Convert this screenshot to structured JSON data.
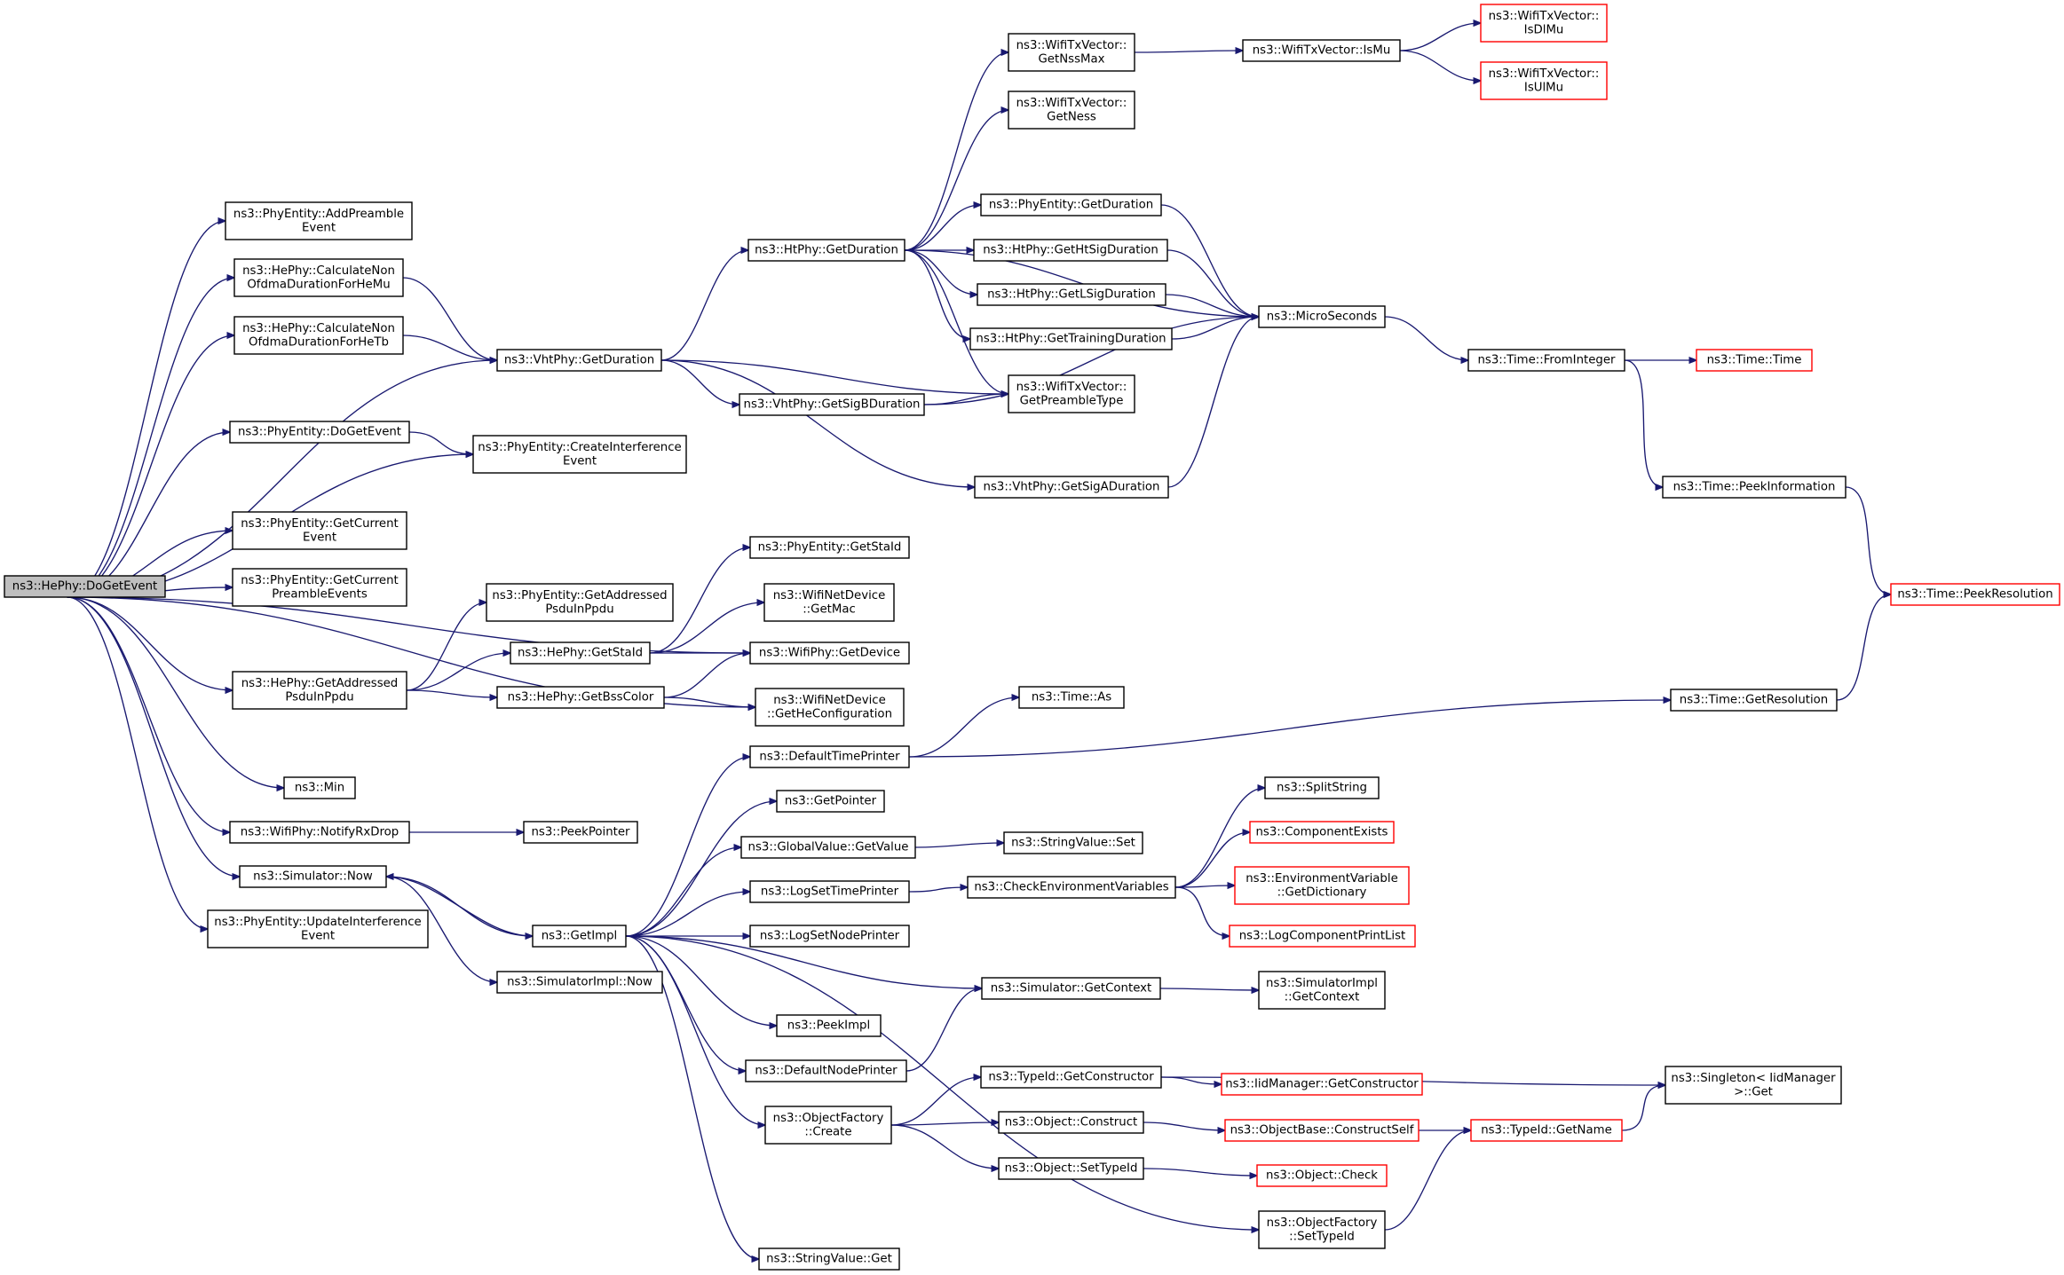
{
  "colors": {
    "edge": "#191970",
    "node_border": "#000000",
    "external_border": "#ff0000",
    "root_fill": "#bfbfbf",
    "node_fill": "#ffffff"
  },
  "nodes": [
    {
      "id": "root",
      "lines": [
        "ns3::HePhy::DoGetEvent"
      ],
      "kind": "root"
    },
    {
      "id": "addPreamble",
      "lines": [
        "ns3::PhyEntity::AddPreamble",
        "Event"
      ],
      "kind": "normal"
    },
    {
      "id": "calcHeMu",
      "lines": [
        "ns3::HePhy::CalculateNon",
        "OfdmaDurationForHeMu"
      ],
      "kind": "normal"
    },
    {
      "id": "calcHeTb",
      "lines": [
        "ns3::HePhy::CalculateNon",
        "OfdmaDurationForHeTb"
      ],
      "kind": "normal"
    },
    {
      "id": "doGetEvent",
      "lines": [
        "ns3::PhyEntity::DoGetEvent"
      ],
      "kind": "normal"
    },
    {
      "id": "getCurrentEvent",
      "lines": [
        "ns3::PhyEntity::GetCurrent",
        "Event"
      ],
      "kind": "normal"
    },
    {
      "id": "getCurrentPreamble",
      "lines": [
        "ns3::PhyEntity::GetCurrent",
        "PreambleEvents"
      ],
      "kind": "normal"
    },
    {
      "id": "heGetAddressed",
      "lines": [
        "ns3::HePhy::GetAddressed",
        "PsduInPpdu"
      ],
      "kind": "normal"
    },
    {
      "id": "min",
      "lines": [
        "ns3::Min"
      ],
      "kind": "normal"
    },
    {
      "id": "notifyRxDrop",
      "lines": [
        "ns3::WifiPhy::NotifyRxDrop"
      ],
      "kind": "normal"
    },
    {
      "id": "simNow",
      "lines": [
        "ns3::Simulator::Now"
      ],
      "kind": "normal"
    },
    {
      "id": "updateInterf",
      "lines": [
        "ns3::PhyEntity::UpdateInterference",
        "Event"
      ],
      "kind": "normal"
    },
    {
      "id": "vhtGetDuration",
      "lines": [
        "ns3::VhtPhy::GetDuration"
      ],
      "kind": "normal"
    },
    {
      "id": "createInterf",
      "lines": [
        "ns3::PhyEntity::CreateInterference",
        "Event"
      ],
      "kind": "normal"
    },
    {
      "id": "peGetAddressed",
      "lines": [
        "ns3::PhyEntity::GetAddressed",
        "PsduInPpdu"
      ],
      "kind": "normal"
    },
    {
      "id": "heGetStaId",
      "lines": [
        "ns3::HePhy::GetStaId"
      ],
      "kind": "normal"
    },
    {
      "id": "heGetBssColor",
      "lines": [
        "ns3::HePhy::GetBssColor"
      ],
      "kind": "normal"
    },
    {
      "id": "peekPointer",
      "lines": [
        "ns3::PeekPointer"
      ],
      "kind": "normal"
    },
    {
      "id": "getImpl",
      "lines": [
        "ns3::GetImpl"
      ],
      "kind": "normal"
    },
    {
      "id": "simImplNow",
      "lines": [
        "ns3::SimulatorImpl::Now"
      ],
      "kind": "normal"
    },
    {
      "id": "htGetDuration",
      "lines": [
        "ns3::HtPhy::GetDuration"
      ],
      "kind": "normal"
    },
    {
      "id": "vhtGetSigB",
      "lines": [
        "ns3::VhtPhy::GetSigBDuration"
      ],
      "kind": "normal"
    },
    {
      "id": "peGetStaId",
      "lines": [
        "ns3::PhyEntity::GetStaId"
      ],
      "kind": "normal"
    },
    {
      "id": "getMac",
      "lines": [
        "ns3::WifiNetDevice",
        "::GetMac"
      ],
      "kind": "normal"
    },
    {
      "id": "getDevice",
      "lines": [
        "ns3::WifiPhy::GetDevice"
      ],
      "kind": "normal"
    },
    {
      "id": "getHeConfig",
      "lines": [
        "ns3::WifiNetDevice",
        "::GetHeConfiguration"
      ],
      "kind": "normal"
    },
    {
      "id": "defaultTimePrinter",
      "lines": [
        "ns3::DefaultTimePrinter"
      ],
      "kind": "normal"
    },
    {
      "id": "getPointer",
      "lines": [
        "ns3::GetPointer"
      ],
      "kind": "normal"
    },
    {
      "id": "gvGetValue",
      "lines": [
        "ns3::GlobalValue::GetValue"
      ],
      "kind": "normal"
    },
    {
      "id": "logSetTime",
      "lines": [
        "ns3::LogSetTimePrinter"
      ],
      "kind": "normal"
    },
    {
      "id": "logSetNode",
      "lines": [
        "ns3::LogSetNodePrinter"
      ],
      "kind": "normal"
    },
    {
      "id": "peekImpl",
      "lines": [
        "ns3::PeekImpl"
      ],
      "kind": "normal"
    },
    {
      "id": "defaultNodePrinter",
      "lines": [
        "ns3::DefaultNodePrinter"
      ],
      "kind": "normal"
    },
    {
      "id": "ofCreate",
      "lines": [
        "ns3::ObjectFactory",
        "::Create"
      ],
      "kind": "normal"
    },
    {
      "id": "svGet",
      "lines": [
        "ns3::StringValue::Get"
      ],
      "kind": "normal"
    },
    {
      "id": "getNssMax",
      "lines": [
        "ns3::WifiTxVector::",
        "GetNssMax"
      ],
      "kind": "normal"
    },
    {
      "id": "getNess",
      "lines": [
        "ns3::WifiTxVector::",
        "GetNess"
      ],
      "kind": "normal"
    },
    {
      "id": "peGetDuration",
      "lines": [
        "ns3::PhyEntity::GetDuration"
      ],
      "kind": "normal"
    },
    {
      "id": "htSigDur",
      "lines": [
        "ns3::HtPhy::GetHtSigDuration"
      ],
      "kind": "normal"
    },
    {
      "id": "lSigDur",
      "lines": [
        "ns3::HtPhy::GetLSigDuration"
      ],
      "kind": "normal"
    },
    {
      "id": "trainingDur",
      "lines": [
        "ns3::HtPhy::GetTrainingDuration"
      ],
      "kind": "normal"
    },
    {
      "id": "preambleType",
      "lines": [
        "ns3::WifiTxVector::",
        "GetPreambleType"
      ],
      "kind": "normal"
    },
    {
      "id": "vhtSigA",
      "lines": [
        "ns3::VhtPhy::GetSigADuration"
      ],
      "kind": "normal"
    },
    {
      "id": "timeAs",
      "lines": [
        "ns3::Time::As"
      ],
      "kind": "normal"
    },
    {
      "id": "svSet",
      "lines": [
        "ns3::StringValue::Set"
      ],
      "kind": "normal"
    },
    {
      "id": "checkEnv",
      "lines": [
        "ns3::CheckEnvironmentVariables"
      ],
      "kind": "normal"
    },
    {
      "id": "simGetContext",
      "lines": [
        "ns3::Simulator::GetContext"
      ],
      "kind": "normal"
    },
    {
      "id": "tidGetConstructor",
      "lines": [
        "ns3::TypeId::GetConstructor"
      ],
      "kind": "normal"
    },
    {
      "id": "objConstruct",
      "lines": [
        "ns3::Object::Construct"
      ],
      "kind": "normal"
    },
    {
      "id": "objSetTypeId",
      "lines": [
        "ns3::Object::SetTypeId"
      ],
      "kind": "normal"
    },
    {
      "id": "isMu",
      "lines": [
        "ns3::WifiTxVector::IsMu"
      ],
      "kind": "normal"
    },
    {
      "id": "microSeconds",
      "lines": [
        "ns3::MicroSeconds"
      ],
      "kind": "normal"
    },
    {
      "id": "splitString",
      "lines": [
        "ns3::SplitString"
      ],
      "kind": "normal"
    },
    {
      "id": "componentExists",
      "lines": [
        "ns3::ComponentExists"
      ],
      "kind": "external"
    },
    {
      "id": "envGetDict",
      "lines": [
        "ns3::EnvironmentVariable",
        "::GetDictionary"
      ],
      "kind": "external"
    },
    {
      "id": "logCompPrint",
      "lines": [
        "ns3::LogComponentPrintList"
      ],
      "kind": "external"
    },
    {
      "id": "simImplGetContext",
      "lines": [
        "ns3::SimulatorImpl",
        "::GetContext"
      ],
      "kind": "normal"
    },
    {
      "id": "iidGetConstructor",
      "lines": [
        "ns3::IidManager::GetConstructor"
      ],
      "kind": "external"
    },
    {
      "id": "constructSelf",
      "lines": [
        "ns3::ObjectBase::ConstructSelf"
      ],
      "kind": "external"
    },
    {
      "id": "objCheck",
      "lines": [
        "ns3::Object::Check"
      ],
      "kind": "external"
    },
    {
      "id": "ofSetTypeId",
      "lines": [
        "ns3::ObjectFactory",
        "::SetTypeId"
      ],
      "kind": "normal"
    },
    {
      "id": "isDlMu",
      "lines": [
        "ns3::WifiTxVector::",
        "IsDlMu"
      ],
      "kind": "external"
    },
    {
      "id": "isUlMu",
      "lines": [
        "ns3::WifiTxVector::",
        "IsUlMu"
      ],
      "kind": "external"
    },
    {
      "id": "fromInteger",
      "lines": [
        "ns3::Time::FromInteger"
      ],
      "kind": "normal"
    },
    {
      "id": "tidGetName",
      "lines": [
        "ns3::TypeId::GetName"
      ],
      "kind": "external"
    },
    {
      "id": "timeTime",
      "lines": [
        "ns3::Time::Time"
      ],
      "kind": "external"
    },
    {
      "id": "peekInfo",
      "lines": [
        "ns3::Time::PeekInformation"
      ],
      "kind": "normal"
    },
    {
      "id": "getResolution",
      "lines": [
        "ns3::Time::GetResolution"
      ],
      "kind": "normal"
    },
    {
      "id": "singletonGet",
      "lines": [
        "ns3::Singleton< IidManager",
        " >::Get"
      ],
      "kind": "normal"
    },
    {
      "id": "peekResolution",
      "lines": [
        "ns3::Time::PeekResolution"
      ],
      "kind": "external"
    }
  ],
  "edges": [
    [
      "root",
      "addPreamble"
    ],
    [
      "root",
      "calcHeMu"
    ],
    [
      "root",
      "calcHeTb"
    ],
    [
      "root",
      "vhtGetDuration"
    ],
    [
      "root",
      "doGetEvent"
    ],
    [
      "root",
      "createInterf"
    ],
    [
      "root",
      "getCurrentEvent"
    ],
    [
      "root",
      "getCurrentPreamble"
    ],
    [
      "root",
      "getDevice"
    ],
    [
      "root",
      "heGetAddressed"
    ],
    [
      "root",
      "getHeConfig"
    ],
    [
      "root",
      "min"
    ],
    [
      "root",
      "notifyRxDrop"
    ],
    [
      "root",
      "simNow"
    ],
    [
      "root",
      "updateInterf"
    ],
    [
      "calcHeMu",
      "vhtGetDuration"
    ],
    [
      "calcHeTb",
      "vhtGetDuration"
    ],
    [
      "doGetEvent",
      "createInterf"
    ],
    [
      "heGetAddressed",
      "peGetAddressed"
    ],
    [
      "heGetAddressed",
      "heGetStaId"
    ],
    [
      "heGetAddressed",
      "heGetBssColor"
    ],
    [
      "notifyRxDrop",
      "peekPointer"
    ],
    [
      "simNow",
      "getImpl"
    ],
    [
      "simNow",
      "simImplNow"
    ],
    [
      "vhtGetDuration",
      "htGetDuration"
    ],
    [
      "vhtGetDuration",
      "preambleType"
    ],
    [
      "vhtGetDuration",
      "vhtGetSigB"
    ],
    [
      "vhtGetDuration",
      "vhtSigA"
    ],
    [
      "heGetStaId",
      "peGetStaId"
    ],
    [
      "heGetStaId",
      "getMac"
    ],
    [
      "heGetStaId",
      "getDevice"
    ],
    [
      "heGetBssColor",
      "getDevice"
    ],
    [
      "heGetBssColor",
      "getHeConfig"
    ],
    [
      "getImpl",
      "defaultTimePrinter"
    ],
    [
      "getImpl",
      "getPointer"
    ],
    [
      "getImpl",
      "gvGetValue"
    ],
    [
      "getImpl",
      "logSetTime"
    ],
    [
      "getImpl",
      "logSetNode"
    ],
    [
      "getImpl",
      "peekImpl"
    ],
    [
      "getImpl",
      "defaultNodePrinter"
    ],
    [
      "getImpl",
      "ofCreate"
    ],
    [
      "getImpl",
      "svGet"
    ],
    [
      "getImpl",
      "simGetContext"
    ],
    [
      "getImpl",
      "ofSetTypeId"
    ],
    [
      "getImpl",
      "simNow"
    ],
    [
      "htGetDuration",
      "getNssMax"
    ],
    [
      "htGetDuration",
      "getNess"
    ],
    [
      "htGetDuration",
      "peGetDuration"
    ],
    [
      "htGetDuration",
      "htSigDur"
    ],
    [
      "htGetDuration",
      "lSigDur"
    ],
    [
      "htGetDuration",
      "trainingDur"
    ],
    [
      "htGetDuration",
      "preambleType"
    ],
    [
      "htGetDuration",
      "microSeconds"
    ],
    [
      "vhtGetSigB",
      "preambleType"
    ],
    [
      "vhtGetSigB",
      "microSeconds"
    ],
    [
      "defaultTimePrinter",
      "timeAs"
    ],
    [
      "defaultTimePrinter",
      "getResolution"
    ],
    [
      "gvGetValue",
      "svSet"
    ],
    [
      "logSetTime",
      "checkEnv"
    ],
    [
      "simGetContext",
      "simImplGetContext"
    ],
    [
      "defaultNodePrinter",
      "simGetContext"
    ],
    [
      "ofCreate",
      "tidGetConstructor"
    ],
    [
      "ofCreate",
      "objConstruct"
    ],
    [
      "ofCreate",
      "objSetTypeId"
    ],
    [
      "getNssMax",
      "isMu"
    ],
    [
      "peGetDuration",
      "microSeconds"
    ],
    [
      "htSigDur",
      "microSeconds"
    ],
    [
      "lSigDur",
      "microSeconds"
    ],
    [
      "trainingDur",
      "microSeconds"
    ],
    [
      "vhtSigA",
      "microSeconds"
    ],
    [
      "checkEnv",
      "splitString"
    ],
    [
      "checkEnv",
      "componentExists"
    ],
    [
      "checkEnv",
      "envGetDict"
    ],
    [
      "checkEnv",
      "logCompPrint"
    ],
    [
      "tidGetConstructor",
      "iidGetConstructor"
    ],
    [
      "tidGetConstructor",
      "singletonGet"
    ],
    [
      "objConstruct",
      "constructSelf"
    ],
    [
      "objSetTypeId",
      "objCheck"
    ],
    [
      "constructSelf",
      "tidGetName"
    ],
    [
      "ofSetTypeId",
      "tidGetName"
    ],
    [
      "tidGetName",
      "singletonGet"
    ],
    [
      "isMu",
      "isDlMu"
    ],
    [
      "isMu",
      "isUlMu"
    ],
    [
      "microSeconds",
      "fromInteger"
    ],
    [
      "fromInteger",
      "timeTime"
    ],
    [
      "fromInteger",
      "peekInfo"
    ],
    [
      "peekInfo",
      "peekResolution"
    ],
    [
      "getResolution",
      "peekResolution"
    ]
  ]
}
